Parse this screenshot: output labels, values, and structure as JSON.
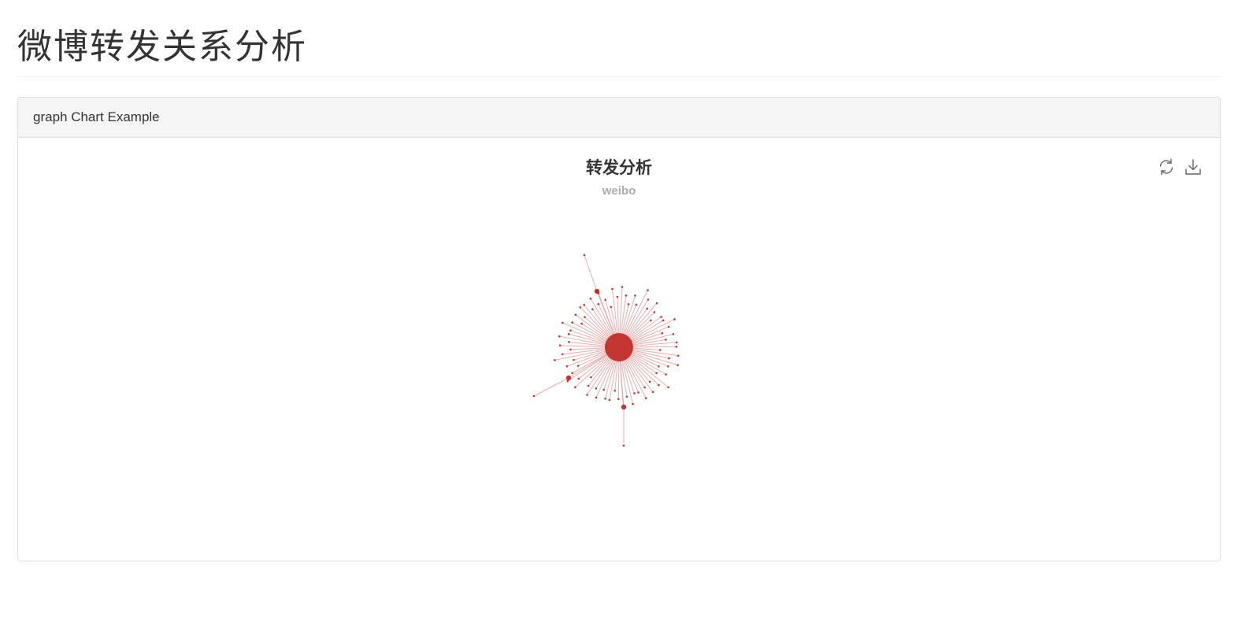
{
  "page": {
    "title": "微博转发关系分析"
  },
  "panel": {
    "heading": "graph Chart Example"
  },
  "toolbox": {
    "refresh_icon": "refresh-icon",
    "download_icon": "download-icon"
  },
  "colors": {
    "node": "#c23531",
    "edge": "#e29a98"
  },
  "chart_data": {
    "type": "graph",
    "title": "转发分析",
    "subtitle": "weibo",
    "nodes": {
      "root": 1,
      "secondary_retweeters": 3,
      "leaf_retweeters": 79
    },
    "edges": 82
  }
}
